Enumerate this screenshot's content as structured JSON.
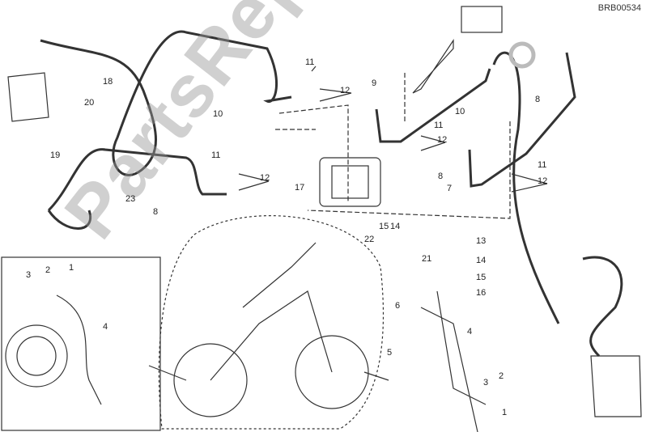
{
  "diagram": {
    "code": "BRB00534",
    "watermark": "PartsRepublik",
    "callouts": [
      {
        "id": "c1",
        "text": "11"
      },
      {
        "id": "c2",
        "text": "12"
      },
      {
        "id": "c3",
        "text": "10"
      },
      {
        "id": "c4",
        "text": "18"
      },
      {
        "id": "c5",
        "text": "20"
      },
      {
        "id": "c6",
        "text": "19"
      },
      {
        "id": "c7",
        "text": "23"
      },
      {
        "id": "c8",
        "text": "8"
      },
      {
        "id": "c9",
        "text": "11"
      },
      {
        "id": "c10",
        "text": "12"
      },
      {
        "id": "c11",
        "text": "17"
      },
      {
        "id": "c12",
        "text": "9"
      },
      {
        "id": "c13",
        "text": "11"
      },
      {
        "id": "c14",
        "text": "12"
      },
      {
        "id": "c15",
        "text": "10"
      },
      {
        "id": "c16",
        "text": "8"
      },
      {
        "id": "c17",
        "text": "8"
      },
      {
        "id": "c18",
        "text": "7"
      },
      {
        "id": "c19",
        "text": "11"
      },
      {
        "id": "c20",
        "text": "12"
      },
      {
        "id": "c21",
        "text": "22"
      },
      {
        "id": "c22",
        "text": "15"
      },
      {
        "id": "c23",
        "text": "14"
      },
      {
        "id": "c24",
        "text": "21"
      },
      {
        "id": "c25",
        "text": "13"
      },
      {
        "id": "c26",
        "text": "14"
      },
      {
        "id": "c27",
        "text": "15"
      },
      {
        "id": "c28",
        "text": "16"
      },
      {
        "id": "c29",
        "text": "3"
      },
      {
        "id": "c30",
        "text": "2"
      },
      {
        "id": "c31",
        "text": "1"
      },
      {
        "id": "c32",
        "text": "4"
      },
      {
        "id": "c33",
        "text": "6"
      },
      {
        "id": "c34",
        "text": "5"
      },
      {
        "id": "c35",
        "text": "4"
      },
      {
        "id": "c36",
        "text": "3"
      },
      {
        "id": "c37",
        "text": "2"
      },
      {
        "id": "c38",
        "text": "1"
      }
    ]
  }
}
